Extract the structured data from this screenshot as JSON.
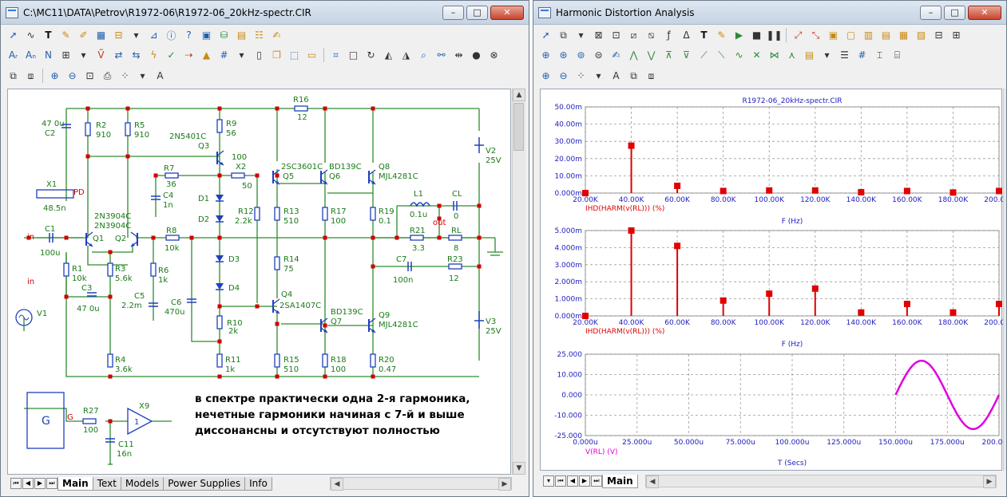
{
  "left_window": {
    "title": "C:\\MC11\\DATA\\Petrov\\R1972-06\\R1972-06_20kHz-spectr.CIR",
    "window_buttons": [
      "–",
      "□",
      "✕"
    ],
    "tabs": [
      "Main",
      "Text",
      "Models",
      "Power Supplies",
      "Info"
    ],
    "active_tab": "Main",
    "note": "в спектре практически одна 2-я гармоника, нечетные гармоники начиная с 7-й и выше диссонансны и отсутствуют полностью"
  },
  "schematic": {
    "labels": {
      "C2": "C2",
      "C2v": "47 0u",
      "R2": "R2",
      "R2v": "910",
      "R5": "R5",
      "R5v": "910",
      "R9": "R9",
      "R9v": "56",
      "Q3t": "2N5401C",
      "Q3": "Q3",
      "R16": "R16",
      "R16v": "12",
      "X2v": "100",
      "X2": "X2",
      "X2b": "50",
      "R7": "R7",
      "R7v": "36",
      "C4": "C4",
      "C4v": "1n",
      "D1": "D1",
      "D2": "D2",
      "D3": "D3",
      "D4": "D4",
      "R12": "R12",
      "R12v": "2.2k",
      "Q5t": "2SC3601C",
      "Q5": "Q5",
      "Q6t": "BD139C",
      "Q6": "Q6",
      "Q8": "Q8",
      "Q8t": "MJL4281C",
      "V2": "V2",
      "V2v": "25V",
      "X1": "X1",
      "X1v": "48.5n",
      "PD": "PD",
      "Q1t": "2N3904C",
      "Q2t": "2N3904C",
      "Q1": "Q1",
      "Q2": "Q2",
      "R13": "R13",
      "R13v": "510",
      "R17": "R17",
      "R17v": "100",
      "R19": "R19",
      "R19v": "0.1",
      "L1": "L1",
      "L1v": "0.1u",
      "CL": "CL",
      "CLv": "0",
      "out": "out",
      "in1": "in",
      "C1": "C1",
      "C1v": "100u",
      "R8": "R8",
      "R8v": "10k",
      "R21": "R21",
      "R21v": "3.3",
      "RL": "RL",
      "RLv": "8",
      "R1": "R1",
      "R1v": "10k",
      "R3": "R3",
      "R3v": "5.6k",
      "R6": "R6",
      "R6v": "1k",
      "C7": "C7",
      "C7v": "100n",
      "R23": "R23",
      "R23v": "12",
      "R14": "R14",
      "R14v": "75",
      "in2": "in",
      "C3": "C3",
      "C3v": "47 0u",
      "C5": "C5",
      "C5v": "2.2m",
      "C6": "C6",
      "C6v": "470u",
      "V1": "V1",
      "Q4": "Q4",
      "Q4t": "2SA1407C",
      "Q7t": "BD139C",
      "Q7": "Q7",
      "Q9": "Q9",
      "Q9t": "MJL4281C",
      "V3": "V3",
      "V3v": "25V",
      "R10": "R10",
      "R10v": "2k",
      "R4": "R4",
      "R4v": "3.6k",
      "R11": "R11",
      "R11v": "1k",
      "R15": "R15",
      "R15v": "510",
      "R18": "R18",
      "R18v": "100",
      "R20": "R20",
      "R20v": "0.47",
      "G": "G",
      "G2": "G",
      "R27": "R27",
      "R27v": "100",
      "X9": "X9",
      "X9n": "1",
      "C11": "C11",
      "C11v": "16n"
    }
  },
  "right_window": {
    "title": "Harmonic Distortion Analysis",
    "window_buttons": [
      "–",
      "□",
      "✕"
    ],
    "tabs": [
      "Main"
    ],
    "active_tab": "Main",
    "colors": {
      "harm": "#e00000",
      "vrl": "#e000e0",
      "grid": "#9a9a9a",
      "axis": "#2020c0"
    }
  },
  "chart_data": [
    {
      "type": "bar",
      "title": "R1972-06_20kHz-spectr.CIR",
      "series": [
        {
          "name": "IHD(HARM(v(RL))) (%)",
          "x": [
            20,
            40,
            60,
            80,
            100,
            120,
            140,
            160,
            180,
            200
          ],
          "values": [
            0.0,
            0.0275,
            0.0042,
            0.0012,
            0.0015,
            0.0015,
            0.0005,
            0.0012,
            0.0003,
            0.0012
          ]
        }
      ],
      "xlabel": "F (Hz)",
      "xlim": [
        20,
        200
      ],
      "ylim": [
        0,
        0.05
      ],
      "x_ticks": [
        "20.00K",
        "40.00K",
        "60.00K",
        "80.00K",
        "100.00K",
        "120.00K",
        "140.00K",
        "160.00K",
        "180.00K",
        "200.00K"
      ],
      "y_ticks": [
        "0.000m",
        "10.00m",
        "20.00m",
        "30.00m",
        "40.00m",
        "50.00m"
      ],
      "grid": true
    },
    {
      "type": "bar",
      "series": [
        {
          "name": "IHD(HARM(v(RL))) (%)",
          "x": [
            20,
            40,
            60,
            80,
            100,
            120,
            140,
            160,
            180,
            200
          ],
          "values": [
            0.0,
            0.005,
            0.0041,
            0.0009,
            0.0013,
            0.0016,
            0.0002,
            0.0007,
            0.0002,
            0.0007
          ]
        }
      ],
      "xlabel": "F (Hz)",
      "xlim": [
        20,
        200
      ],
      "ylim": [
        0,
        0.005
      ],
      "x_ticks": [
        "20.00K",
        "40.00K",
        "60.00K",
        "80.00K",
        "100.00K",
        "120.00K",
        "140.00K",
        "160.00K",
        "180.00K",
        "200.00K"
      ],
      "y_ticks": [
        "0.000m",
        "1.000m",
        "2.000m",
        "3.000m",
        "4.000m",
        "5.000m"
      ],
      "grid": true
    },
    {
      "type": "line",
      "series": [
        {
          "name": "V(RL) (V)",
          "amplitude": 21,
          "freq_khz": 20,
          "t_start_us": 150,
          "t_end_us": 200
        }
      ],
      "xlabel": "T (Secs)",
      "xlim": [
        0,
        200
      ],
      "ylim": [
        -25,
        25
      ],
      "x_ticks": [
        "0.000u",
        "25.000u",
        "50.000u",
        "75.000u",
        "100.000u",
        "125.000u",
        "150.000u",
        "175.000u",
        "200.000u"
      ],
      "y_ticks": [
        "-25.000",
        "-10.000",
        "0.000",
        "10.000",
        "25.000"
      ],
      "grid": true
    }
  ]
}
